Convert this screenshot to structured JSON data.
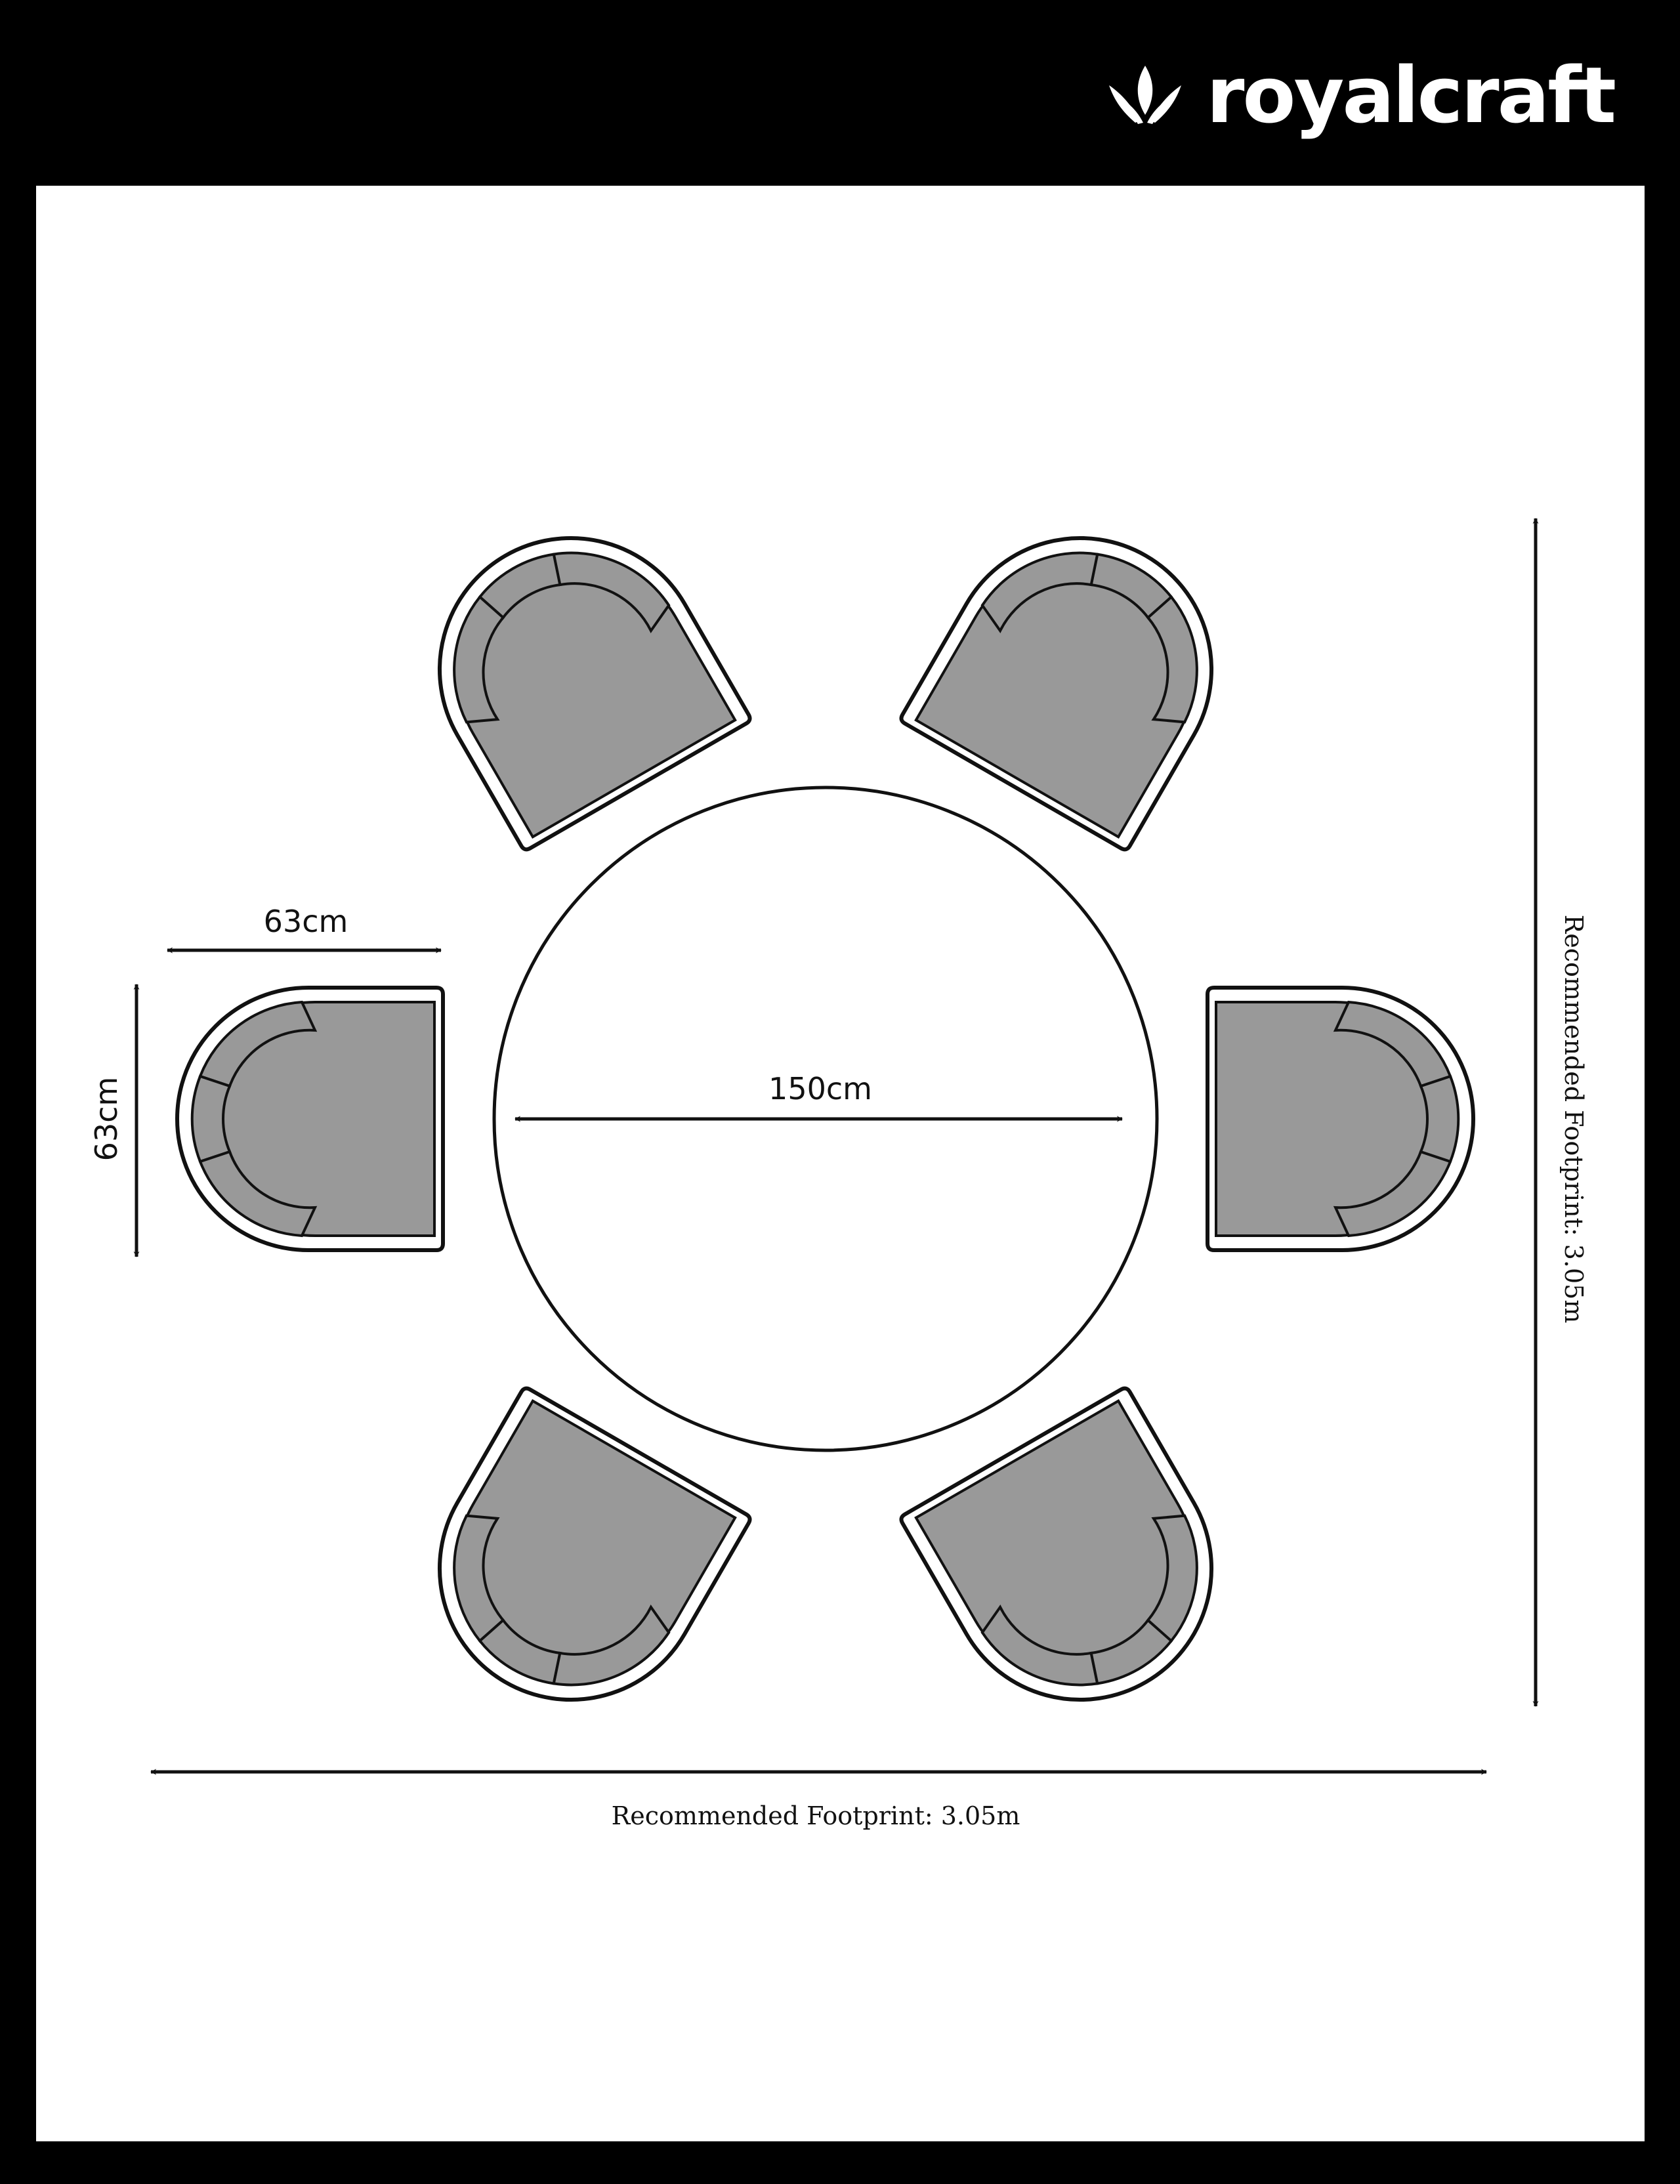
{
  "brand": {
    "name": "royalcraft",
    "logo_icon": "lotus-crown-icon"
  },
  "colors": {
    "background": "#000000",
    "panel": "#ffffff",
    "cushion": "#999999",
    "outline": "#111111"
  },
  "table": {
    "diameter_label": "150cm"
  },
  "chair": {
    "width_label": "63cm",
    "depth_label": "63cm"
  },
  "footprint": {
    "horizontal_label": "Recommended Footprint: 3.05m",
    "vertical_label": "Recommended Footprint: 3.05m"
  },
  "chairs_count": 6
}
